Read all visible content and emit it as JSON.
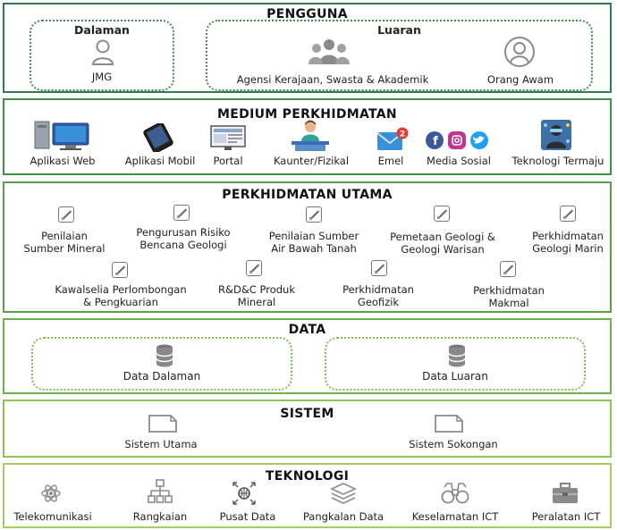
{
  "colors": {
    "pengguna": "#2e7d4f",
    "medium": "#3f8f45",
    "perkhidmatan": "#5aa048",
    "data": "#6eb14a",
    "sistem": "#8fc257",
    "teknologi": "#a6cc63"
  },
  "pengguna": {
    "title": "PENGGUNA",
    "dalaman": {
      "heading": "Dalaman",
      "items": [
        {
          "label": "JMG",
          "icon": "person-icon"
        }
      ]
    },
    "luaran": {
      "heading": "Luaran",
      "items": [
        {
          "label": "Agensi Kerajaan, Swasta & Akademik",
          "icon": "group-icon"
        },
        {
          "label": "Orang Awam",
          "icon": "user-circle-icon"
        }
      ]
    }
  },
  "medium": {
    "title": "MEDIUM PERKHIDMATAN",
    "items": [
      {
        "label": "Aplikasi Web",
        "icon": "computer-icon"
      },
      {
        "label": "Aplikasi Mobil",
        "icon": "mobile-phone-icon"
      },
      {
        "label": "Portal",
        "icon": "portal-screen-icon"
      },
      {
        "label": "Kaunter/Fizikal",
        "icon": "counter-icon"
      },
      {
        "label": "Emel",
        "icon": "email-icon",
        "badge": "2"
      },
      {
        "label": "Media Sosial",
        "icon": "social-media-icon"
      },
      {
        "label": "Teknologi Termaju",
        "icon": "advanced-tech-icon"
      }
    ]
  },
  "perkhidmatan": {
    "title": "PERKHIDMATAN UTAMA",
    "row1": [
      [
        "Penilaian",
        "Sumber Mineral"
      ],
      [
        "Pengurusan Risiko",
        "Bencana Geologi"
      ],
      [
        "Penilaian Sumber",
        "Air Bawah Tanah"
      ],
      [
        "Pemetaan Geologi &",
        "Geologi Warisan"
      ],
      [
        "Perkhidmatan",
        "Geologi Marin"
      ]
    ],
    "row2": [
      [
        "Kawalselia Perlombongan",
        "& Pengkuarian"
      ],
      [
        "R&D&C Produk",
        "Mineral"
      ],
      [
        "Perkhidmatan",
        "Geofizik"
      ],
      [
        "Perkhidmatan",
        "Makmal"
      ]
    ]
  },
  "data": {
    "title": "DATA",
    "items": [
      {
        "label": "Data Dalaman",
        "icon": "database-icon"
      },
      {
        "label": "Data Luaran",
        "icon": "database-icon"
      }
    ]
  },
  "sistem": {
    "title": "SISTEM",
    "items": [
      {
        "label": "Sistem Utama",
        "icon": "system-window-icon"
      },
      {
        "label": "Sistem Sokongan",
        "icon": "system-window-icon"
      }
    ]
  },
  "teknologi": {
    "title": "TEKNOLOGI",
    "items": [
      {
        "label": "Telekomunikasi",
        "icon": "atom-icon"
      },
      {
        "label": "Rangkaian",
        "icon": "network-icon"
      },
      {
        "label": "Pusat Data",
        "icon": "data-center-icon"
      },
      {
        "label": "Pangkalan Data",
        "icon": "layers-icon"
      },
      {
        "label": "Keselamatan ICT",
        "icon": "binoculars-icon"
      },
      {
        "label": "Peralatan ICT",
        "icon": "toolbox-icon"
      }
    ]
  }
}
